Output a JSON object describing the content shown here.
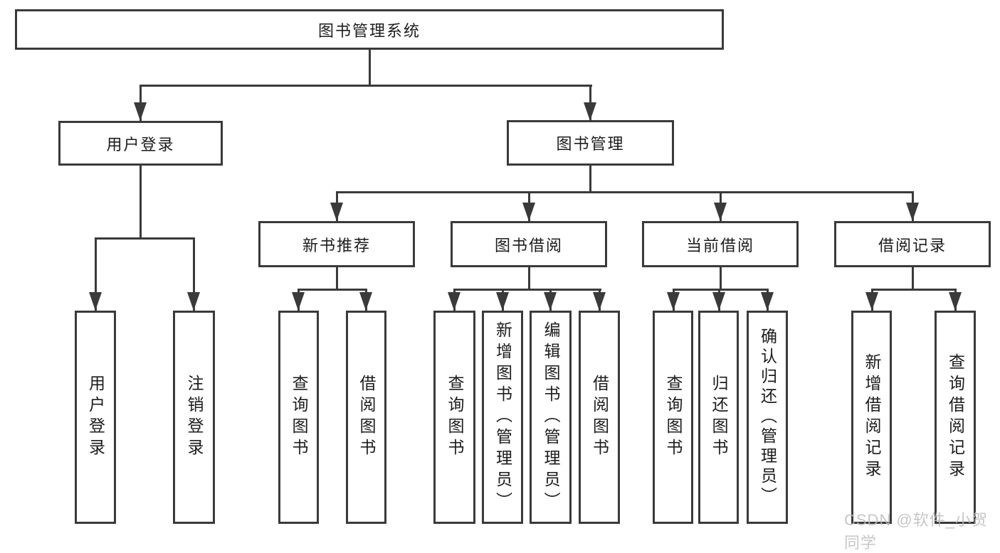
{
  "diagram": {
    "tree": {
      "label": "图书管理系统",
      "children": [
        {
          "label": "用户登录",
          "children": [
            {
              "label": "用户登录"
            },
            {
              "label": "注销登录"
            }
          ]
        },
        {
          "label": "图书管理",
          "children": [
            {
              "label": "新书推荐",
              "children": [
                {
                  "label": "查询图书"
                },
                {
                  "label": "借阅图书"
                }
              ]
            },
            {
              "label": "图书借阅",
              "children": [
                {
                  "label": "查询图书"
                },
                {
                  "label": "新增图书（管理员）"
                },
                {
                  "label": "编辑图书（管理员）"
                },
                {
                  "label": "借阅图书"
                }
              ]
            },
            {
              "label": "当前借阅",
              "children": [
                {
                  "label": "查询图书"
                },
                {
                  "label": "归还图书"
                },
                {
                  "label": "确认归还（管理员）"
                }
              ]
            },
            {
              "label": "借阅记录",
              "children": [
                {
                  "label": "新增借阅记录"
                },
                {
                  "label": "查询借阅记录"
                }
              ]
            }
          ]
        }
      ]
    },
    "watermark": "CSDN @软件_小贺同学",
    "colors": {
      "line": "#3a3a3a",
      "text": "#1c1c1c",
      "background": "#ffffff",
      "watermark": "#bdbdbd"
    }
  }
}
